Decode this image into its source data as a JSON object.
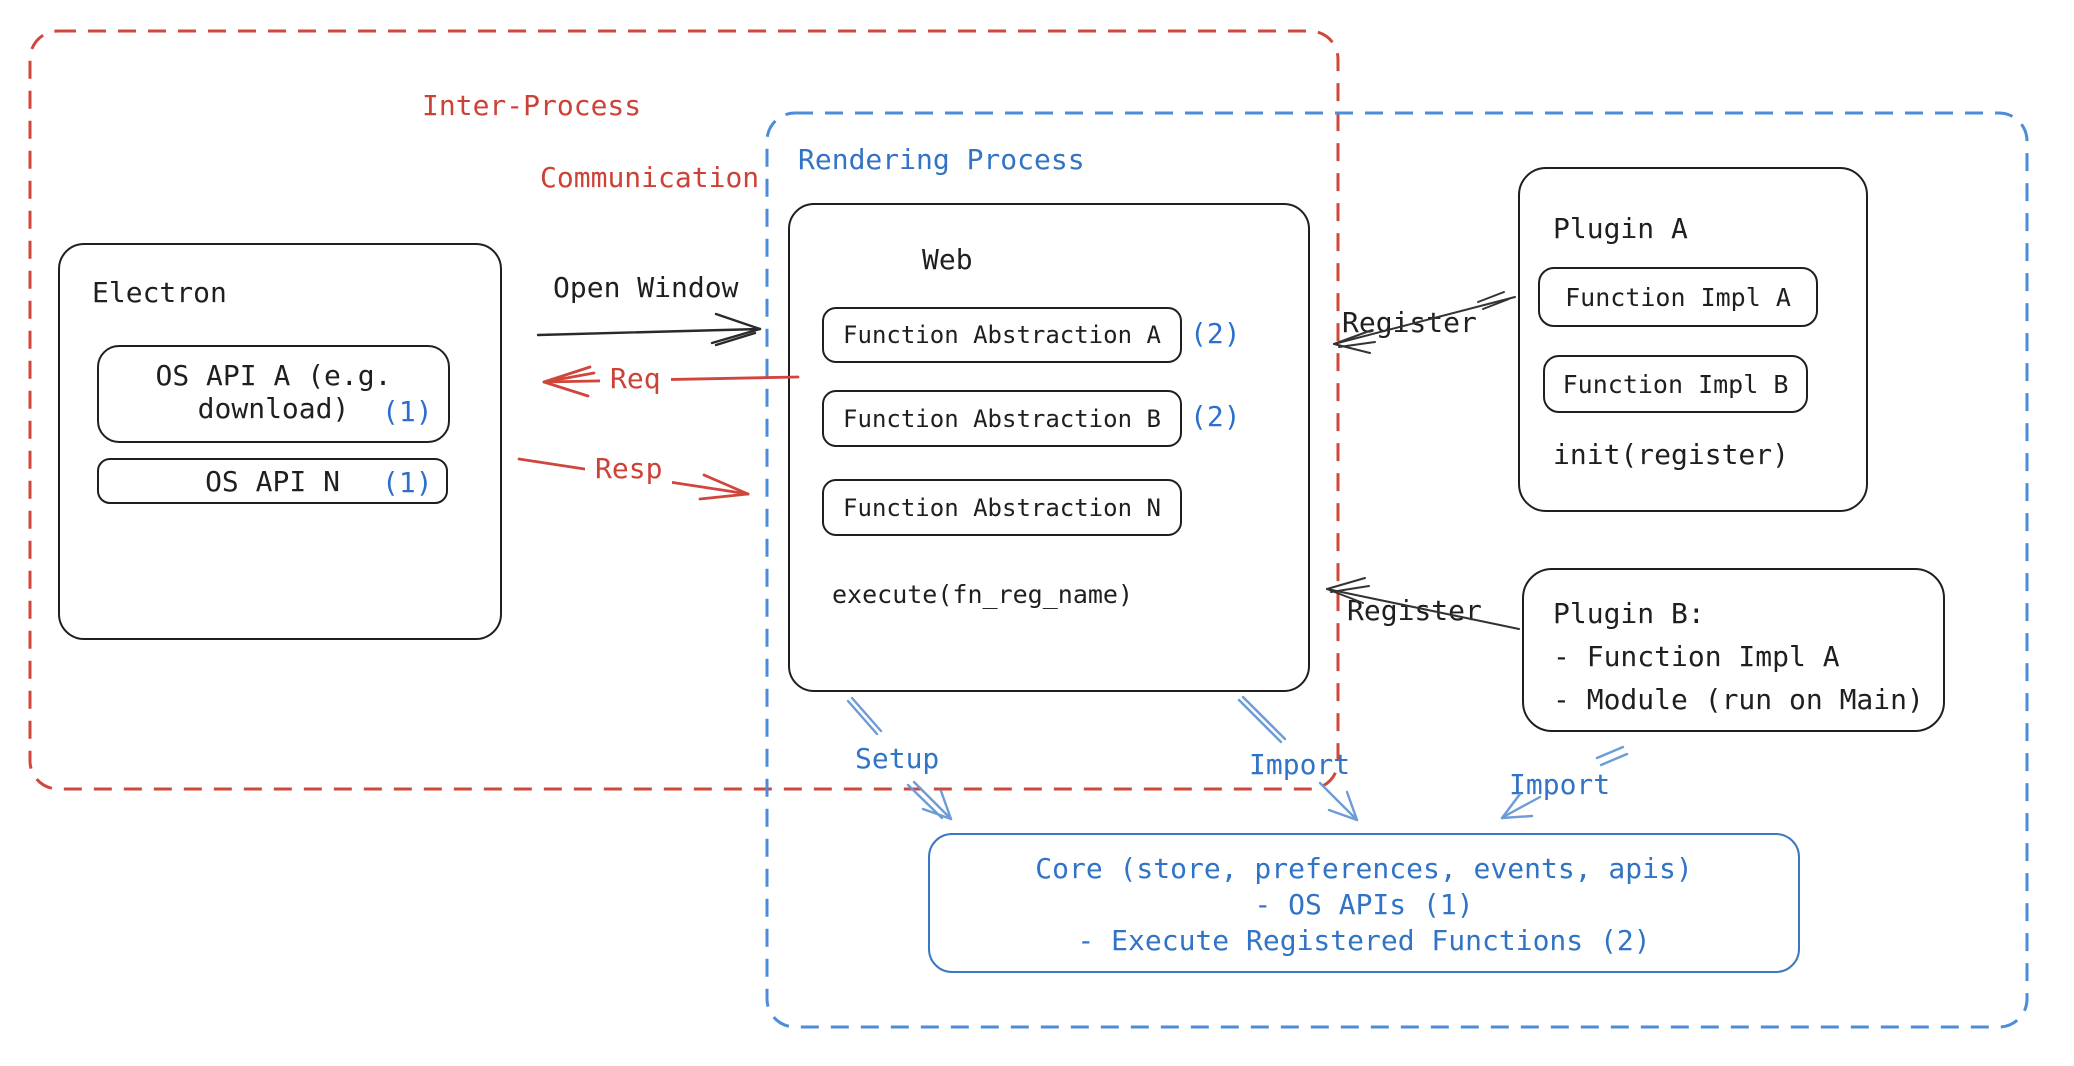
{
  "regions": {
    "ipc": {
      "label_line1": "Inter-Process",
      "label_line2": "Communication"
    },
    "rendering": {
      "label": "Rendering Process"
    }
  },
  "electron": {
    "title": "Electron",
    "api_a_line1": "OS API A (e.g.",
    "api_a_line2": "download)",
    "api_a_badge": "(1)",
    "api_n_label": "OS API N",
    "api_n_badge": "(1)"
  },
  "web": {
    "title": "Web",
    "fa_a": "Function Abstraction A",
    "fa_a_badge": "(2)",
    "fa_b": "Function Abstraction B",
    "fa_b_badge": "(2)",
    "fa_n": "Function Abstraction N",
    "execute": "execute(fn_reg_name)"
  },
  "plugin_a": {
    "title": "Plugin A",
    "impl_a": "Function Impl A",
    "impl_b": "Function Impl B",
    "init": "init(register)"
  },
  "plugin_b": {
    "title": "Plugin B:",
    "item1": "- Function Impl A",
    "item2": "- Module (run on Main)"
  },
  "core": {
    "line1": "Core (store, preferences, events, apis)",
    "line2": "- OS APIs (1)",
    "line3": "- Execute Registered Functions (2)"
  },
  "arrows": {
    "open_window": "Open Window",
    "req": "Req",
    "resp": "Resp",
    "register_top": "Register",
    "register_bottom": "Register",
    "setup": "Setup",
    "import_web": "Import",
    "import_plugin": "Import"
  },
  "colors": {
    "red": "#cd4237",
    "blue_text": "#3173c5",
    "badge_blue": "#2d6fcc",
    "dashed_red": "#d0473c",
    "dashed_blue": "#4c8cd8",
    "arrow_blue": "#6d9bd6",
    "black": "#1f1f1f"
  }
}
